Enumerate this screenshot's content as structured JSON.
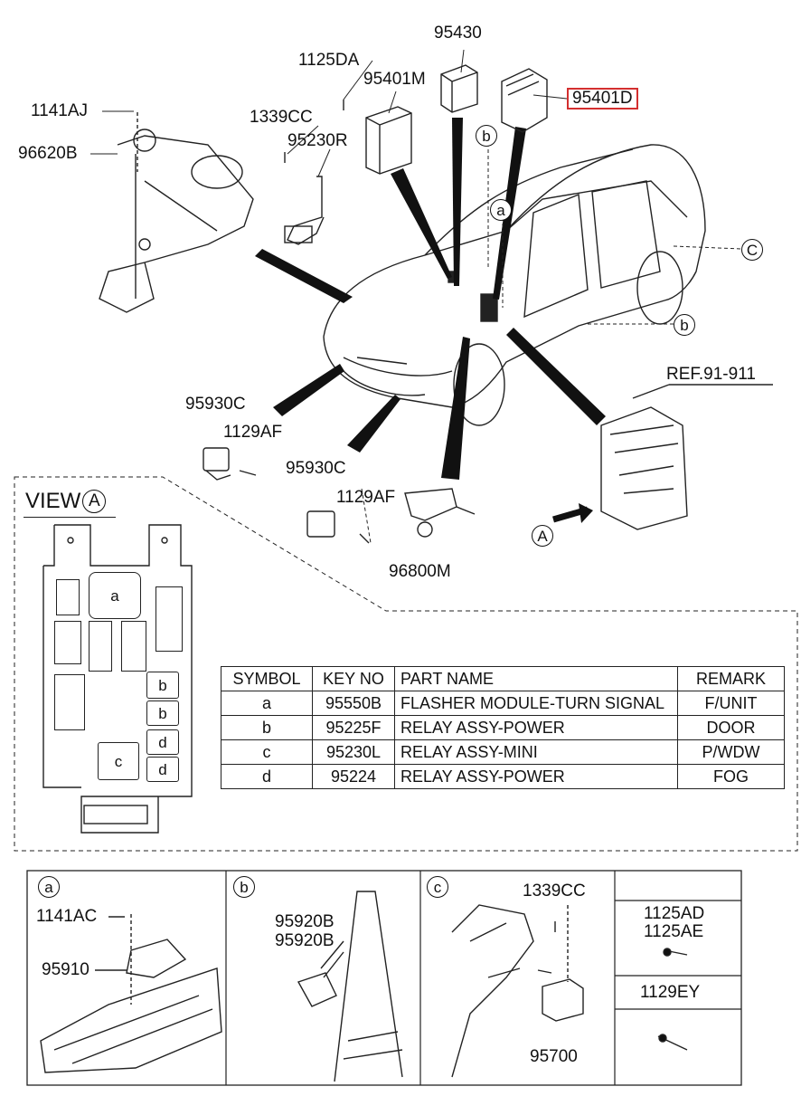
{
  "main_labels": {
    "p1141AJ": "1141AJ",
    "p96620B": "96620B",
    "p1125DA": "1125DA",
    "p1339CC": "1339CC",
    "p95230R": "95230R",
    "p95401M": "95401M",
    "p95430": "95430",
    "p95401D": "95401D",
    "p95930C_1": "95930C",
    "p1129AF_1": "1129AF",
    "p95930C_2": "95930C",
    "p1129AF_2": "1129AF",
    "p96800M": "96800M",
    "ref": "REF.91-911"
  },
  "callouts": {
    "a": "a",
    "b_top": "b",
    "b_right": "b",
    "c_right": "C",
    "view_arrow": "A"
  },
  "view": {
    "title_prefix": "VIEW",
    "title_letter": "A",
    "slots": {
      "a": "a",
      "b1": "b",
      "b2": "b",
      "c": "c",
      "d1": "d",
      "d2": "d"
    }
  },
  "table": {
    "headers": [
      "SYMBOL",
      "KEY NO",
      "PART NAME",
      "REMARK"
    ],
    "rows": [
      [
        "a",
        "95550B",
        "FLASHER MODULE-TURN SIGNAL",
        "F/UNIT"
      ],
      [
        "b",
        "95225F",
        "RELAY ASSY-POWER",
        "DOOR"
      ],
      [
        "c",
        "95230L",
        "RELAY ASSY-MINI",
        "P/WDW"
      ],
      [
        "d",
        "95224",
        "RELAY ASSY-POWER",
        "FOG"
      ]
    ]
  },
  "details": {
    "a": {
      "tag": "a",
      "l1": "1141AC",
      "l2": "95910"
    },
    "b": {
      "tag": "b",
      "l1": "95920B",
      "l2": "95920B"
    },
    "c": {
      "tag": "c",
      "l1": "1339CC",
      "l2": "95700"
    },
    "d": {
      "l1": "1125AD",
      "l2": "1125AE",
      "l3": "1129EY"
    }
  },
  "colors": {
    "highlight": "#d32f2f",
    "ink": "#111111"
  }
}
